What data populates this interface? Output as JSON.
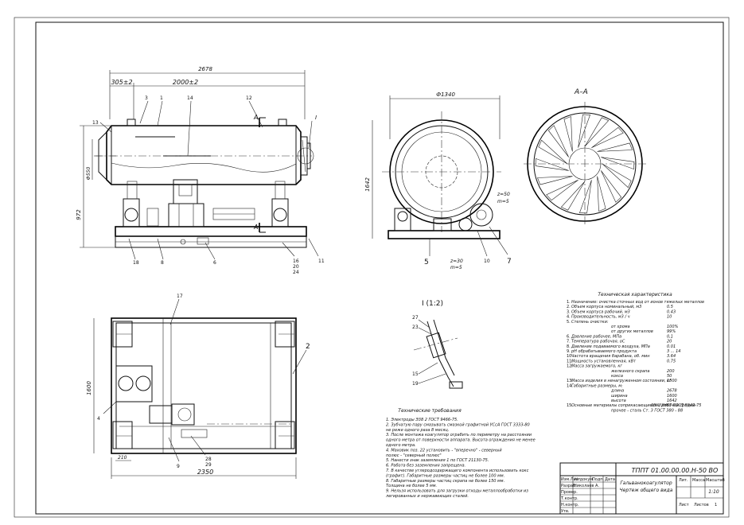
{
  "dimensions": {
    "total_length": "2678",
    "left_offset": "305±2",
    "body_length": "2000±2",
    "diameter_left": "Ф550",
    "height": "972",
    "drum_diameter": "Ф1340",
    "side_height": "1642",
    "plan_width": "1600",
    "plan_length": "2350",
    "plan_offset": "210"
  },
  "section_label": "A–A",
  "section_marks": [
    "A",
    "A"
  ],
  "detail_label": "I",
  "detail_title": "I (1:2)",
  "gear_labels": [
    "z=50",
    "m=5",
    "z=30",
    "m=5"
  ],
  "callouts_front": [
    "3",
    "1",
    "14",
    "12",
    "13",
    "I",
    "18",
    "8",
    "6",
    "16",
    "20",
    "24",
    "11"
  ],
  "callouts_side": [
    "5",
    "10",
    "7"
  ],
  "callouts_plan": [
    "17",
    "2",
    "4",
    "9",
    "28",
    "29"
  ],
  "callouts_detail": [
    "27",
    "23",
    "15",
    "19"
  ],
  "tech_spec": {
    "title": "Техническая характеристика",
    "items": [
      [
        "1.",
        "Назначение: очистка сточных вод от ионов тяжелых металлов",
        ""
      ],
      [
        "2.",
        "Объем корпуса номинальный, м3",
        "0.5"
      ],
      [
        "3.",
        "Объем корпуса рабочий, м3",
        "0.43"
      ],
      [
        "4.",
        "Производительность, м3 / ч",
        "10"
      ],
      [
        "5.",
        "Степень очистки:",
        ""
      ],
      [
        "",
        "от хрома",
        "100%"
      ],
      [
        "",
        "от других металлов",
        "99%"
      ],
      [
        "6.",
        "Давление рабочее, МПа",
        "0,1"
      ],
      [
        "7.",
        "Температура рабочая, оС",
        "20"
      ],
      [
        "8.",
        "Давление подаваемого воздуха, МПа",
        "0.01"
      ],
      [
        "9.",
        "рН обрабатываемого продукта",
        "3 ... 14"
      ],
      [
        "10.",
        "Частота вращения барабана, об. мин",
        "3.64"
      ],
      [
        "11.",
        "Мощность установленная, кВт",
        "0.75"
      ],
      [
        "12.",
        "Масса загружаемого, кг",
        ""
      ],
      [
        "",
        "железного скрапа",
        "200"
      ],
      [
        "",
        "кокса",
        "50"
      ],
      [
        "13.",
        "Масса изделия в ненагруженном состоянии, кг",
        "1500"
      ],
      [
        "14.",
        "Габаритные размеры, м:",
        ""
      ],
      [
        "",
        "длина",
        "2678"
      ],
      [
        "",
        "ширина",
        "1600"
      ],
      [
        "",
        "высота",
        "1642"
      ],
      [
        "15.",
        "Основные материалы соприкасающиеся с рабочей средой:",
        "08Х22Н6Т ГОСТ 5949-75"
      ],
      [
        "",
        "прочее - сталь Ст. 3 ГОСТ 380 - 88",
        ""
      ]
    ]
  },
  "tech_req": {
    "title": "Технические требования",
    "items": [
      "1. Электроды Э38 2 ГОСТ 9466-75.",
      "2. Зубчатую пару смазывать смазкой графитной УСсА ГОСТ 3333-80",
      "не реже одного раза 8 месяц.",
      "3. После монтажа коагулятор ограбить по периметру на расстоянии",
      "одного метра от поверхности аппарата. Высота ограждения не менее",
      "одного метра.",
      "4. Маховик поз. 22 установить - \"вперечно\" - северный",
      "полюс - \"северный полюс\"",
      "5. Нанести знак заземления 1 по ГОСТ 21130-75.",
      "6. Работа без заземления запрещена.",
      "7. В качестве углеродсодержащего компонента использовать кокс",
      "(графит). Габаритные размеры частиц не более 100 мм.",
      "8. Габаритные размеры частиц скрапа не более 150 мм.",
      "   Толщина не более 5 мм.",
      "9. Нельзя использовать для загрузки отходы металлообработки из",
      "легированных и нержавеющих сталей."
    ]
  },
  "title_block": {
    "doc_number": "ТППТ 01.00.00.00.Н-50 ВО",
    "name_line1": "Гальванокоагулятор",
    "name_line2": "Чертеж общего вида",
    "col_lit": "Лит.",
    "col_mass": "Масса",
    "col_scale": "Масштаб",
    "scale": "1:10",
    "sheet_label": "Лист",
    "sheets_label": "Листов",
    "sheets_count": "1",
    "rows": [
      "Изм.Лист",
      "№ докум.",
      "Подп.",
      "Дата"
    ],
    "roles": [
      "Разраб.",
      "Провер.",
      "Т.контр.",
      "Н.контр.",
      "Утв."
    ],
    "author": "Николаев А."
  }
}
